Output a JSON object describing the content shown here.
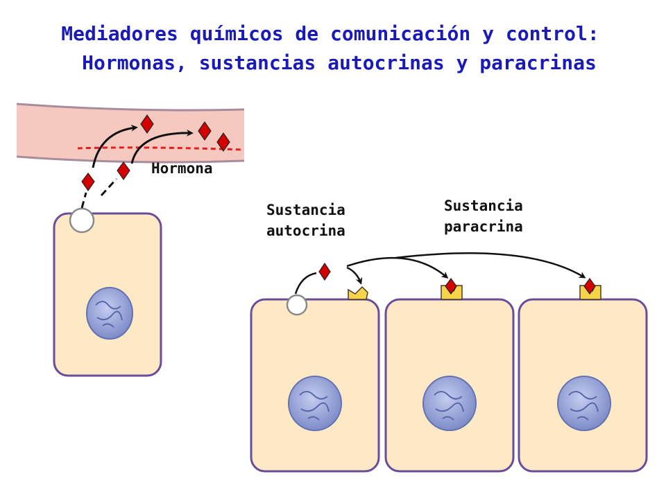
{
  "title": {
    "line1": "Mediadores químicos de comunicación y control:",
    "line2": "Hormonas, sustancias autocrinas y paracrinas"
  },
  "labels": {
    "hormone": "Hormona",
    "autocrine_line1": "Sustancia",
    "autocrine_line2": "autocrina",
    "paracrine_line1": "Sustancia",
    "paracrine_line2": "paracrina"
  },
  "colors": {
    "title": "#1a1ab8",
    "cell_fill": "#fde9c6",
    "cell_border": "#6b4c9a",
    "vessel_fill": "#f5c9c0",
    "vessel_border": "#a78c9b",
    "molecule": "#d40000",
    "receptor": "#f7d44a",
    "nucleus": "#8f9fd6"
  }
}
